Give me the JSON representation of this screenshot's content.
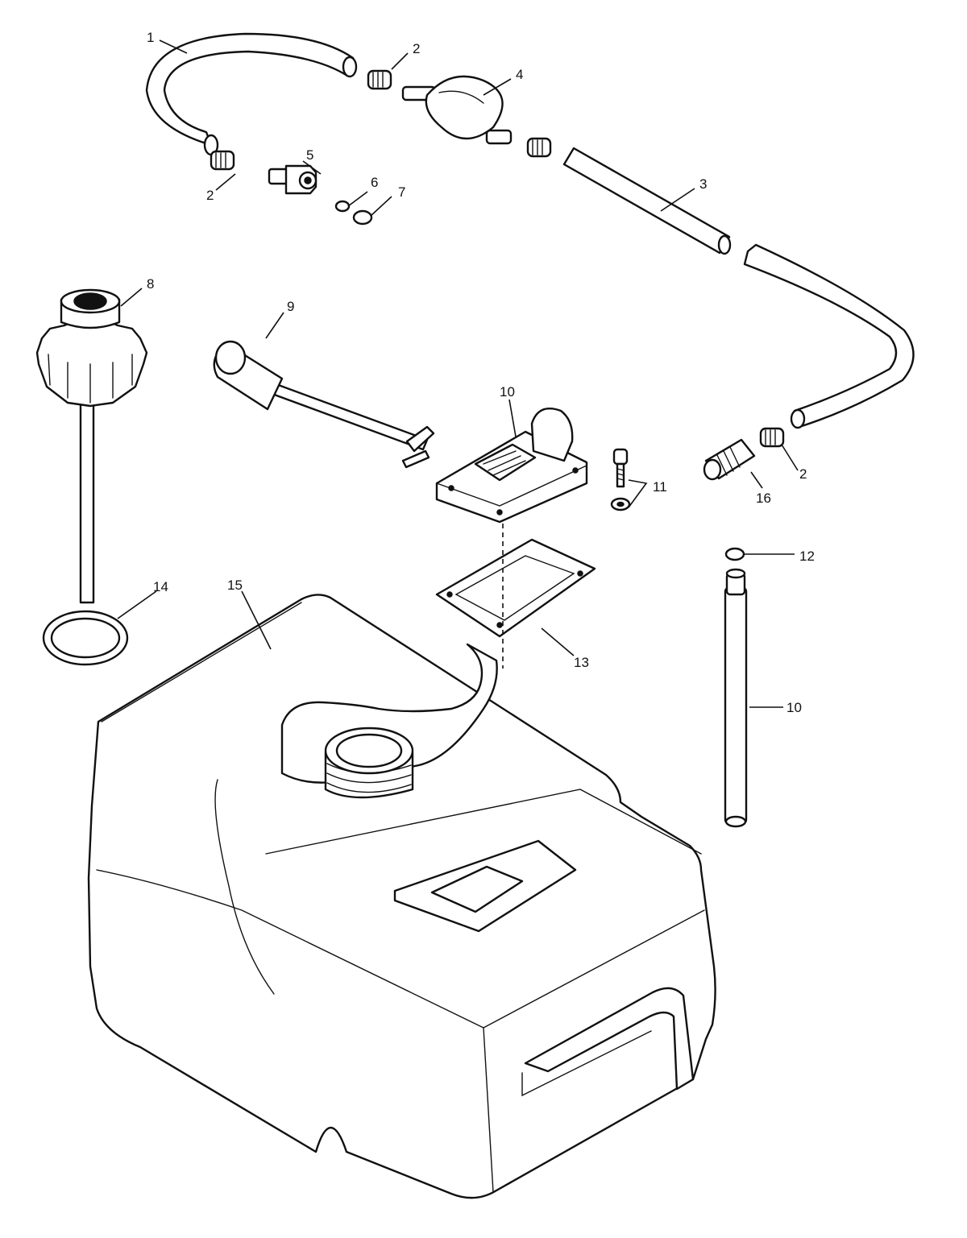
{
  "diagram": {
    "type": "exploded-parts-view",
    "callouts": {
      "fuel_hose": "1",
      "clamp_a": "2",
      "clamp_b": "2",
      "clamp_c": "2",
      "fuel_hose_long": "3",
      "primer_bulb": "4",
      "connector": "5",
      "o_ring_small": "6",
      "o_ring_medium": "7",
      "fuel_cap": "8",
      "float": "9",
      "fuel_gauge": "10",
      "pickup_tube": "10",
      "screw_washer": "11",
      "o_ring_tube": "12",
      "gasket": "13",
      "cap_seal": "14",
      "fuel_tank": "15",
      "fitting": "16"
    }
  }
}
